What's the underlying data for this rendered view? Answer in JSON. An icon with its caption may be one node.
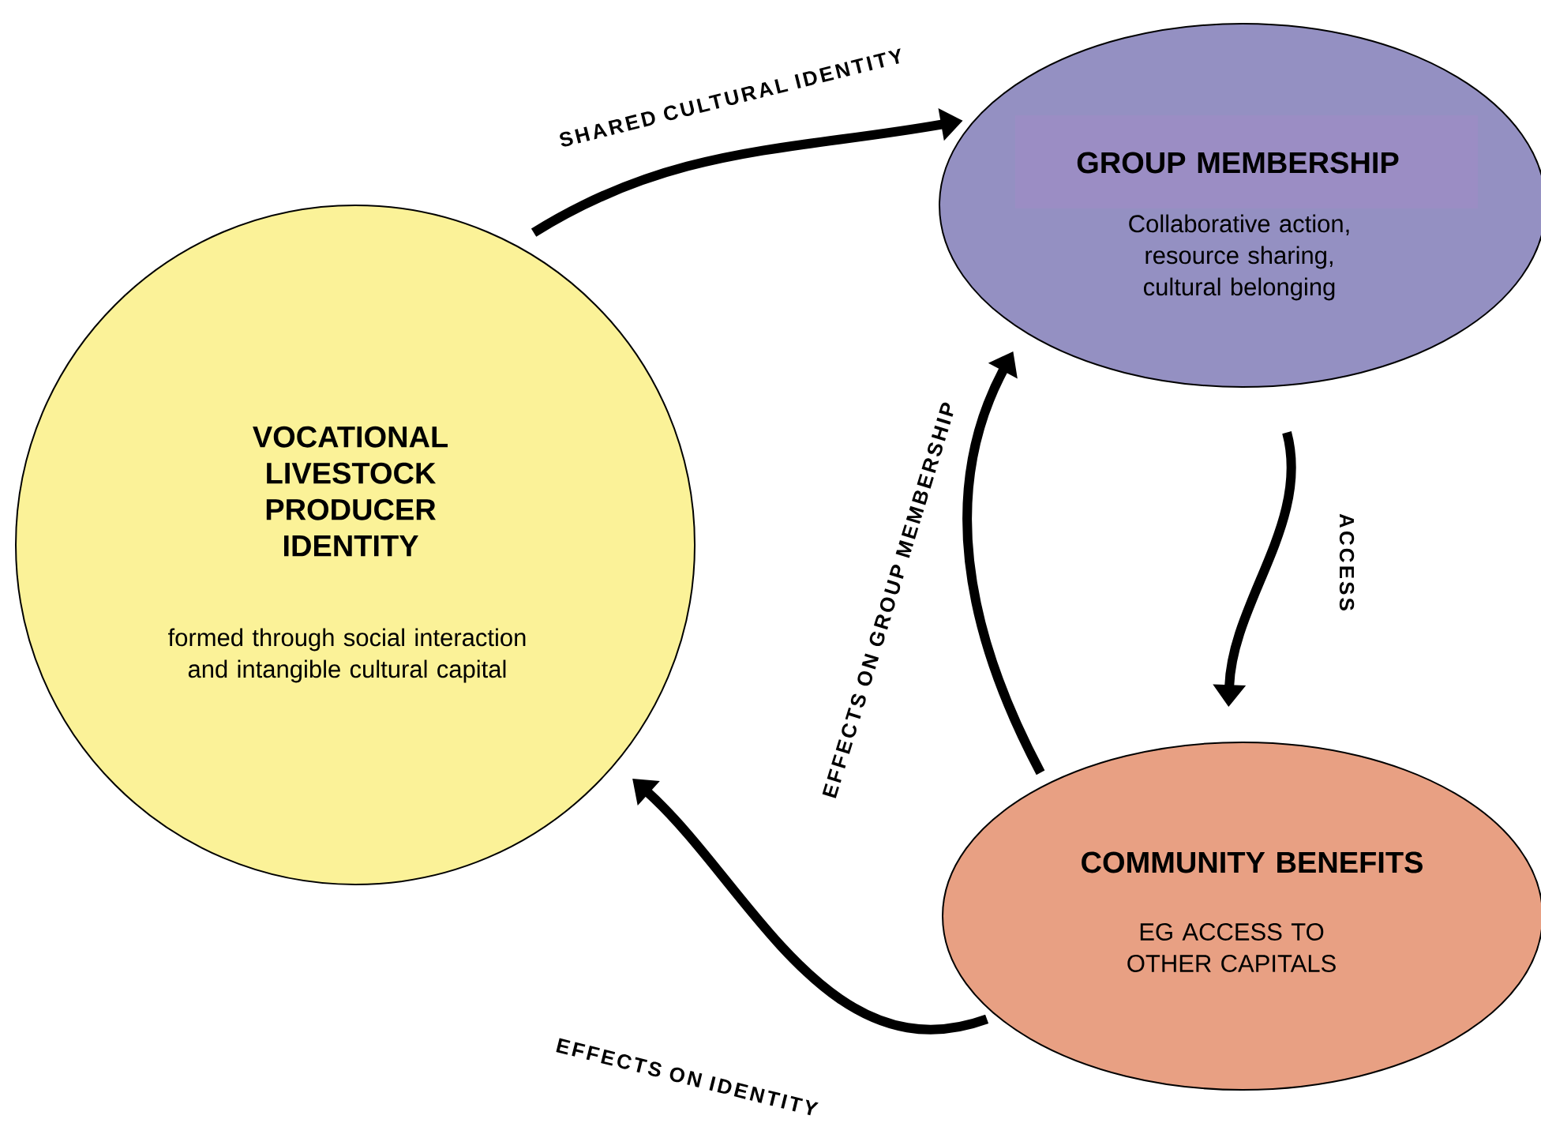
{
  "diagram": {
    "nodes": [
      {
        "text": [
          "VOCATIONAL LIVESTOCK PRODUCER IDENTITY",
          "formed through social interaction and intangible cultural capital"
        ]
      },
      {
        "text": [
          "GROUP MEMBERSHIP",
          "Collaborative action, resource sharing, cultural belonging"
        ]
      },
      {
        "text": [
          "COMMUNITY BENEFITS",
          "EG ACCESS TO OTHER CAPITALS"
        ]
      }
    ],
    "edges": [
      {
        "from": 0,
        "to": 1,
        "arrow": "to",
        "label": "SHARED CULTURAL IDENTITY"
      },
      {
        "from": 1,
        "to": 2,
        "arrow": "to",
        "label": "ACCESS"
      },
      {
        "from": 2,
        "to": 1,
        "arrow": "to",
        "label": "EFFECTS ON GROUP MEMBERSHIP"
      },
      {
        "from": 2,
        "to": 0,
        "arrow": "to",
        "label": "EFFECTS ON IDENTITY"
      }
    ]
  }
}
